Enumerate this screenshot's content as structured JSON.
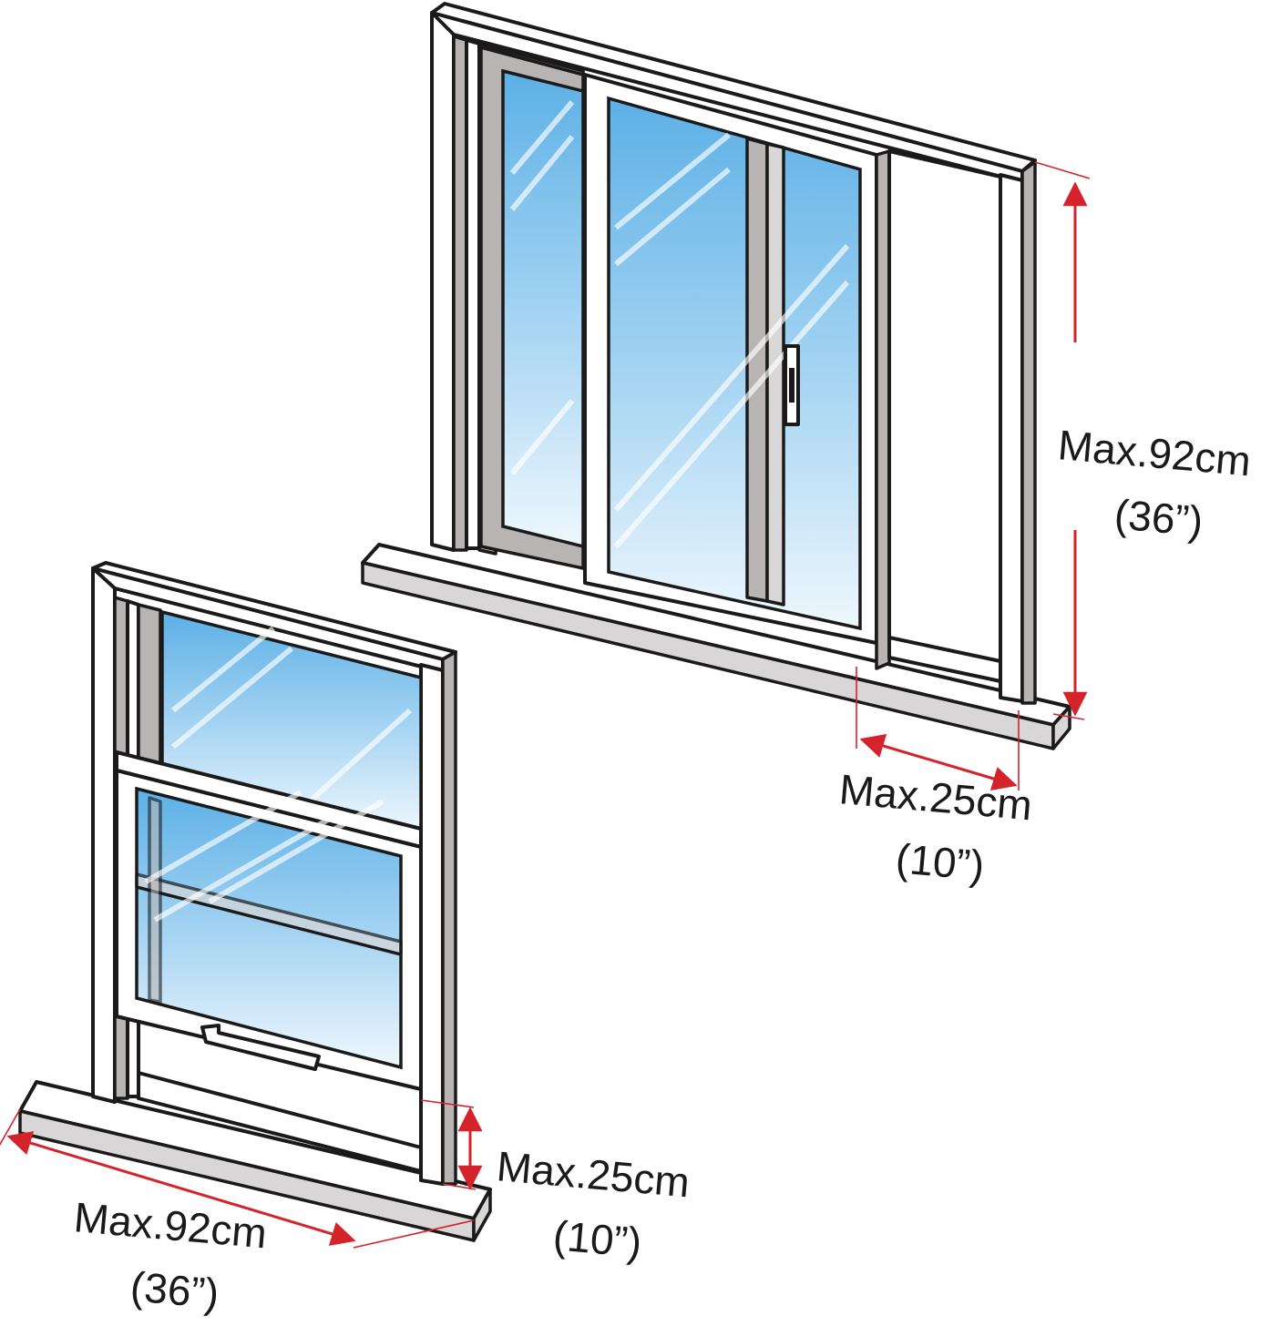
{
  "labels": {
    "sliding_height_value": "Max.92cm",
    "sliding_height_imperial": "(36”)",
    "sliding_width_value": "Max.25cm",
    "sliding_width_imperial": "(10”)",
    "hung_width_value": "Max.92cm",
    "hung_width_imperial": "(36”)",
    "hung_height_value": "Max.25cm",
    "hung_height_imperial": "(10”)"
  },
  "colors": {
    "dimension": "#d4232a",
    "outline": "#1a1a1a",
    "frame": "#ffffff",
    "frame_shadow": "#b8b4b3",
    "glass_top": "#6ab8e8",
    "glass_bottom": "#eef7fd"
  },
  "icons": [
    "sliding-window-icon",
    "double-hung-window-icon",
    "dimension-arrow-icon"
  ]
}
